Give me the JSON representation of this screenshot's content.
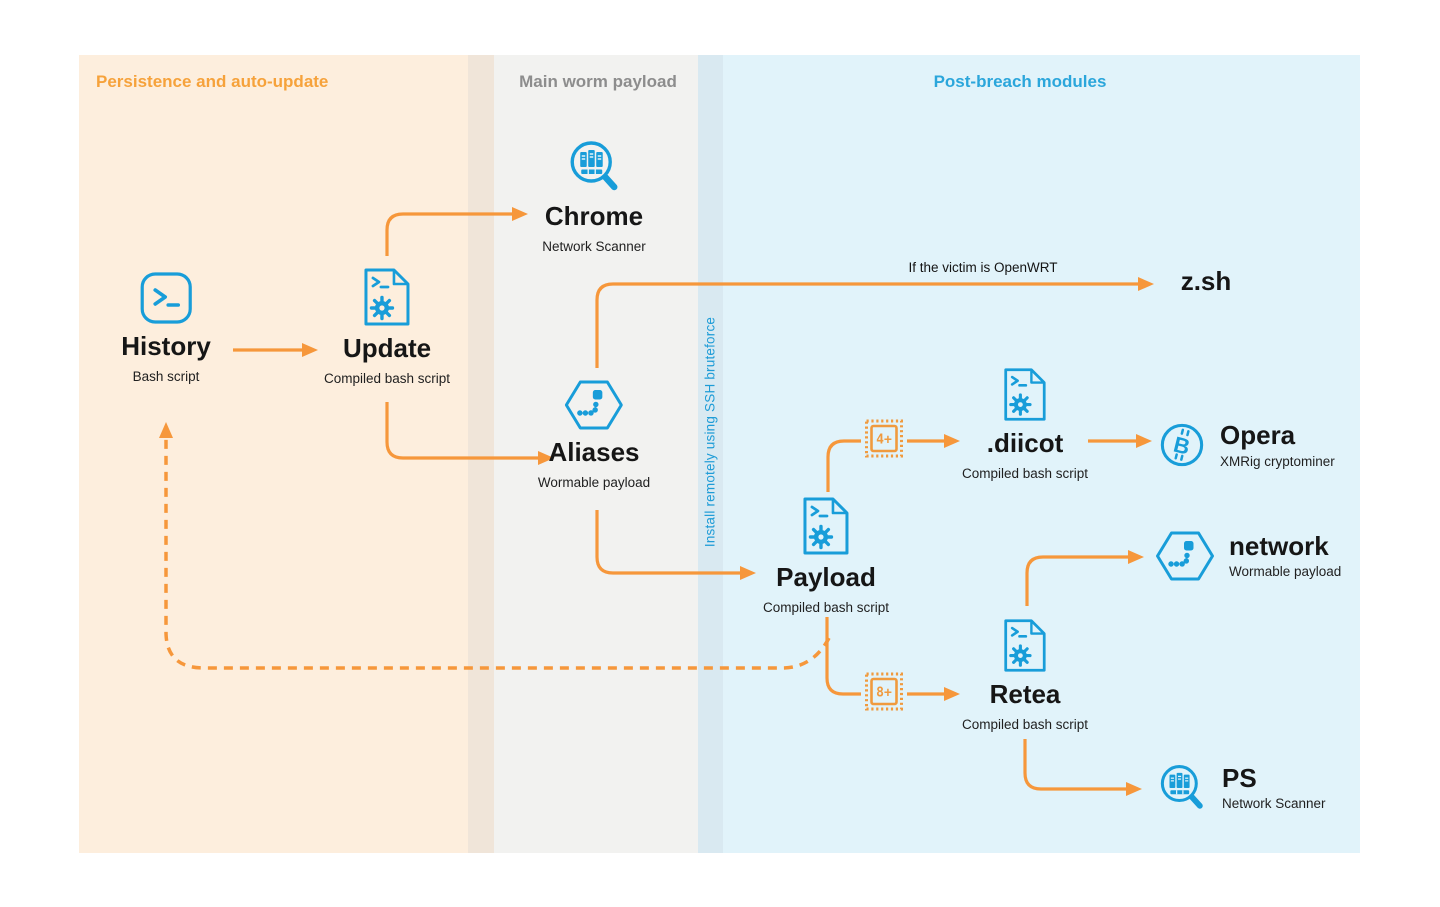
{
  "sections": {
    "persistence": {
      "label": "Persistence and auto-update"
    },
    "main_worm": {
      "label": "Main worm payload"
    },
    "post_breach": {
      "label": "Post-breach modules"
    }
  },
  "divider_label": "Install remotely using SSH bruteforce",
  "edge_label_openwrt": "If the victim is OpenWRT",
  "nodes": {
    "history": {
      "title": "History",
      "subtitle": "Bash script",
      "icon": "terminal-icon"
    },
    "update": {
      "title": "Update",
      "subtitle": "Compiled bash script",
      "icon": "script-file-icon"
    },
    "chrome": {
      "title": "Chrome",
      "subtitle": "Network Scanner",
      "icon": "network-scanner-icon"
    },
    "aliases": {
      "title": "Aliases",
      "subtitle": "Wormable payload",
      "icon": "worm-icon"
    },
    "zsh": {
      "title": "z.sh"
    },
    "payload": {
      "title": "Payload",
      "subtitle": "Compiled bash script",
      "icon": "script-file-icon"
    },
    "diicot": {
      "title": ".diicot",
      "subtitle": "Compiled bash script",
      "icon": "script-file-icon"
    },
    "opera": {
      "title": "Opera",
      "subtitle": "XMRig cryptominer",
      "icon": "bitcoin-icon"
    },
    "network": {
      "title": "network",
      "subtitle": "Wormable payload",
      "icon": "worm-icon"
    },
    "retea": {
      "title": "Retea",
      "subtitle": "Compiled bash script",
      "icon": "script-file-icon"
    },
    "ps": {
      "title": "PS",
      "subtitle": "Network Scanner",
      "icon": "network-scanner-icon"
    }
  },
  "chips": {
    "cpu4": {
      "label": "4+",
      "icon": "cpu-chip-icon"
    },
    "cpu8": {
      "label": "8+",
      "icon": "cpu-chip-icon"
    }
  },
  "colors": {
    "arrow_orange": "#F6973B",
    "header_orange": "#F6A23B",
    "icon_blue": "#189DD9",
    "header_blue": "#2BA6DB",
    "divider_text_blue": "#1E9CD7",
    "header_gray": "#8D8D8D",
    "bg_peach": "#FDEEDD",
    "bg_peach_strip": "#F0E5D9",
    "bg_gray": "#F2F2F0",
    "bg_blue_strip": "#D9E9F1",
    "bg_blue": "#E1F3FA",
    "text_dark": "#161616"
  }
}
